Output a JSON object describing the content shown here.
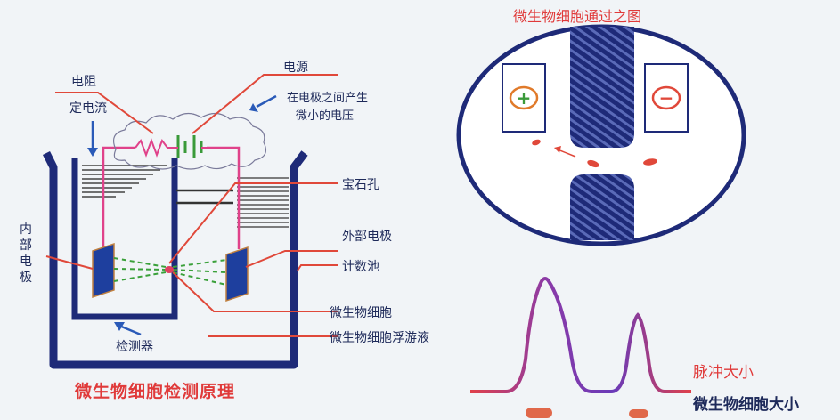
{
  "left": {
    "title": "微生物细胞检测原理",
    "labels": {
      "resistor": "电阻",
      "constant_current": "定电流",
      "power_source": "电源",
      "voltage_note_1": "在电极之间产生",
      "voltage_note_2": "微小的电压",
      "jewel_hole": "宝石孔",
      "outer_electrode": "外部电极",
      "counting_cell": "计数池",
      "microbe_cell": "微生物细胞",
      "microbe_suspension": "微生物细胞浮游液",
      "detector": "检测器",
      "inner_electrode": "内部电极"
    }
  },
  "right": {
    "title": "微生物细胞通过之图",
    "plus_symbol": "+",
    "minus_symbol": "−",
    "pulse_size": "脉冲大小",
    "cell_size": "微生物细胞大小"
  },
  "colors": {
    "navy": "#1e2a78",
    "red": "#e03a3a",
    "pink": "#e0428a",
    "green": "#3a9a3a",
    "blue_electrode": "#1e3f9e"
  }
}
